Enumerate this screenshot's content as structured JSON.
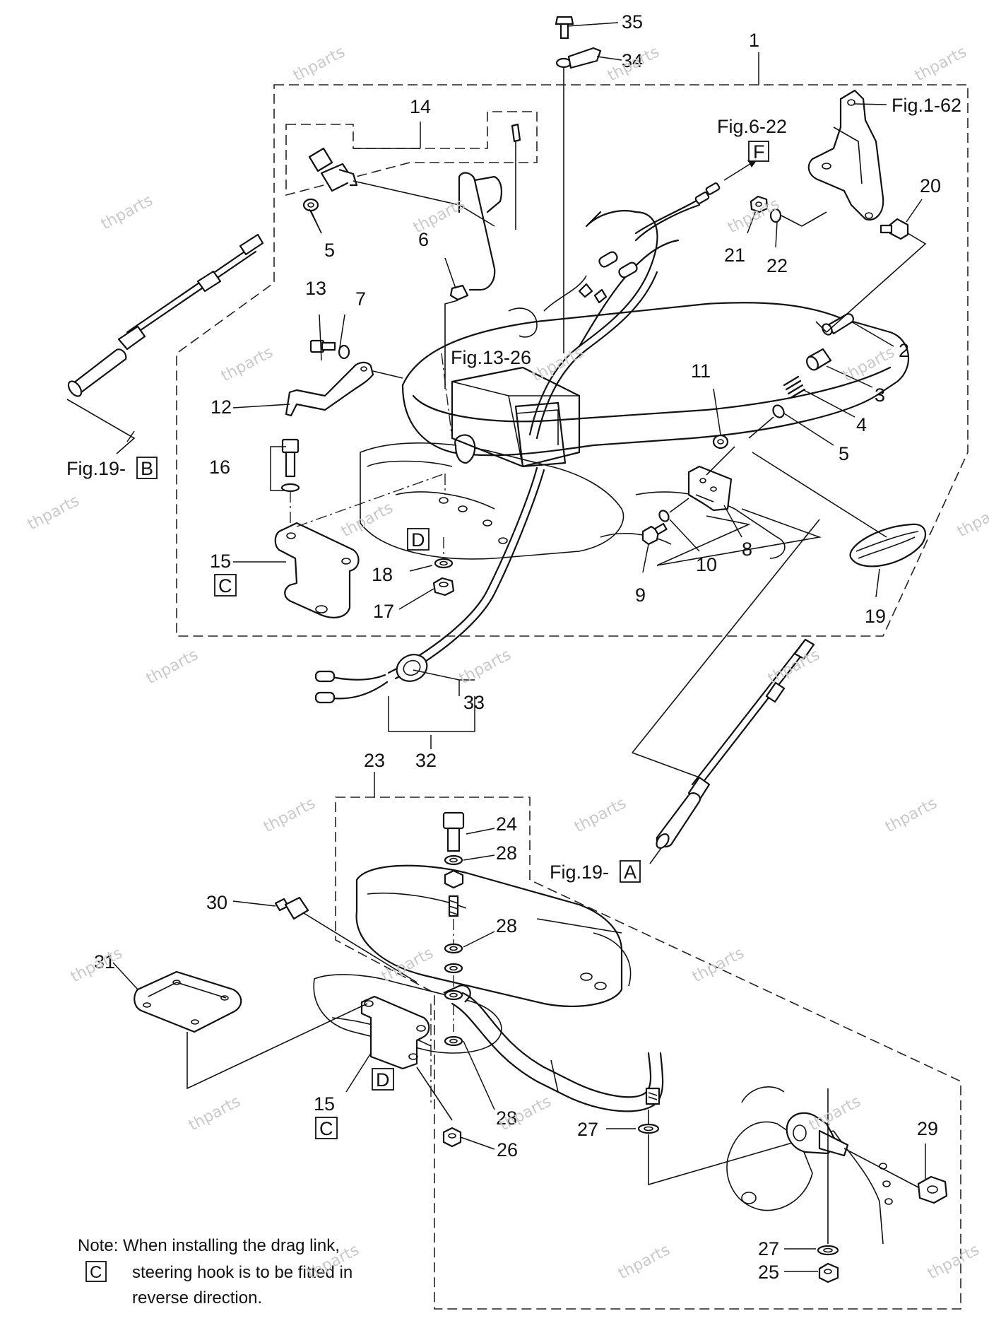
{
  "callouts": [
    {
      "id": "c1",
      "text": "1"
    },
    {
      "id": "c2",
      "text": "2"
    },
    {
      "id": "c3",
      "text": "3"
    },
    {
      "id": "c4",
      "text": "4"
    },
    {
      "id": "c5a",
      "text": "5"
    },
    {
      "id": "c5b",
      "text": "5"
    },
    {
      "id": "c6",
      "text": "6"
    },
    {
      "id": "c7",
      "text": "7"
    },
    {
      "id": "c8",
      "text": "8"
    },
    {
      "id": "c9",
      "text": "9"
    },
    {
      "id": "c10",
      "text": "10"
    },
    {
      "id": "c11",
      "text": "11"
    },
    {
      "id": "c12",
      "text": "12"
    },
    {
      "id": "c13",
      "text": "13"
    },
    {
      "id": "c14",
      "text": "14"
    },
    {
      "id": "c15a",
      "text": "15"
    },
    {
      "id": "c15b",
      "text": "15"
    },
    {
      "id": "c16",
      "text": "16"
    },
    {
      "id": "c17",
      "text": "17"
    },
    {
      "id": "c18",
      "text": "18"
    },
    {
      "id": "c19",
      "text": "19"
    },
    {
      "id": "c20",
      "text": "20"
    },
    {
      "id": "c21",
      "text": "21"
    },
    {
      "id": "c22",
      "text": "22"
    },
    {
      "id": "c23",
      "text": "23"
    },
    {
      "id": "c24",
      "text": "24"
    },
    {
      "id": "c25",
      "text": "25"
    },
    {
      "id": "c26",
      "text": "26"
    },
    {
      "id": "c27a",
      "text": "27"
    },
    {
      "id": "c27b",
      "text": "27"
    },
    {
      "id": "c28a",
      "text": "28"
    },
    {
      "id": "c28b",
      "text": "28"
    },
    {
      "id": "c28c",
      "text": "28"
    },
    {
      "id": "c29",
      "text": "29"
    },
    {
      "id": "c30",
      "text": "30"
    },
    {
      "id": "c31",
      "text": "31"
    },
    {
      "id": "c32",
      "text": "32"
    },
    {
      "id": "c33",
      "text": "33"
    },
    {
      "id": "c34",
      "text": "34"
    },
    {
      "id": "c35",
      "text": "35"
    }
  ],
  "references": {
    "fig_1_62": "Fig.1-62",
    "fig_6_22": "Fig.6-22",
    "fig_6_22_box": "F",
    "fig_13_26": "Fig.13-26",
    "fig_19_b": "Fig.19-",
    "fig_19_b_box": "B",
    "fig_19_a": "Fig.19-",
    "fig_19_a_box": "A"
  },
  "boxed_letters": {
    "c_upper": "C",
    "d_upper": "D",
    "d_lower": "D",
    "c_lower": "C",
    "c_note": "C"
  },
  "note": {
    "line1": "Note:  When installing the drag link,",
    "line2": "steering hook is to be fitted in",
    "line3": "reverse direction."
  },
  "watermark": "thparts"
}
